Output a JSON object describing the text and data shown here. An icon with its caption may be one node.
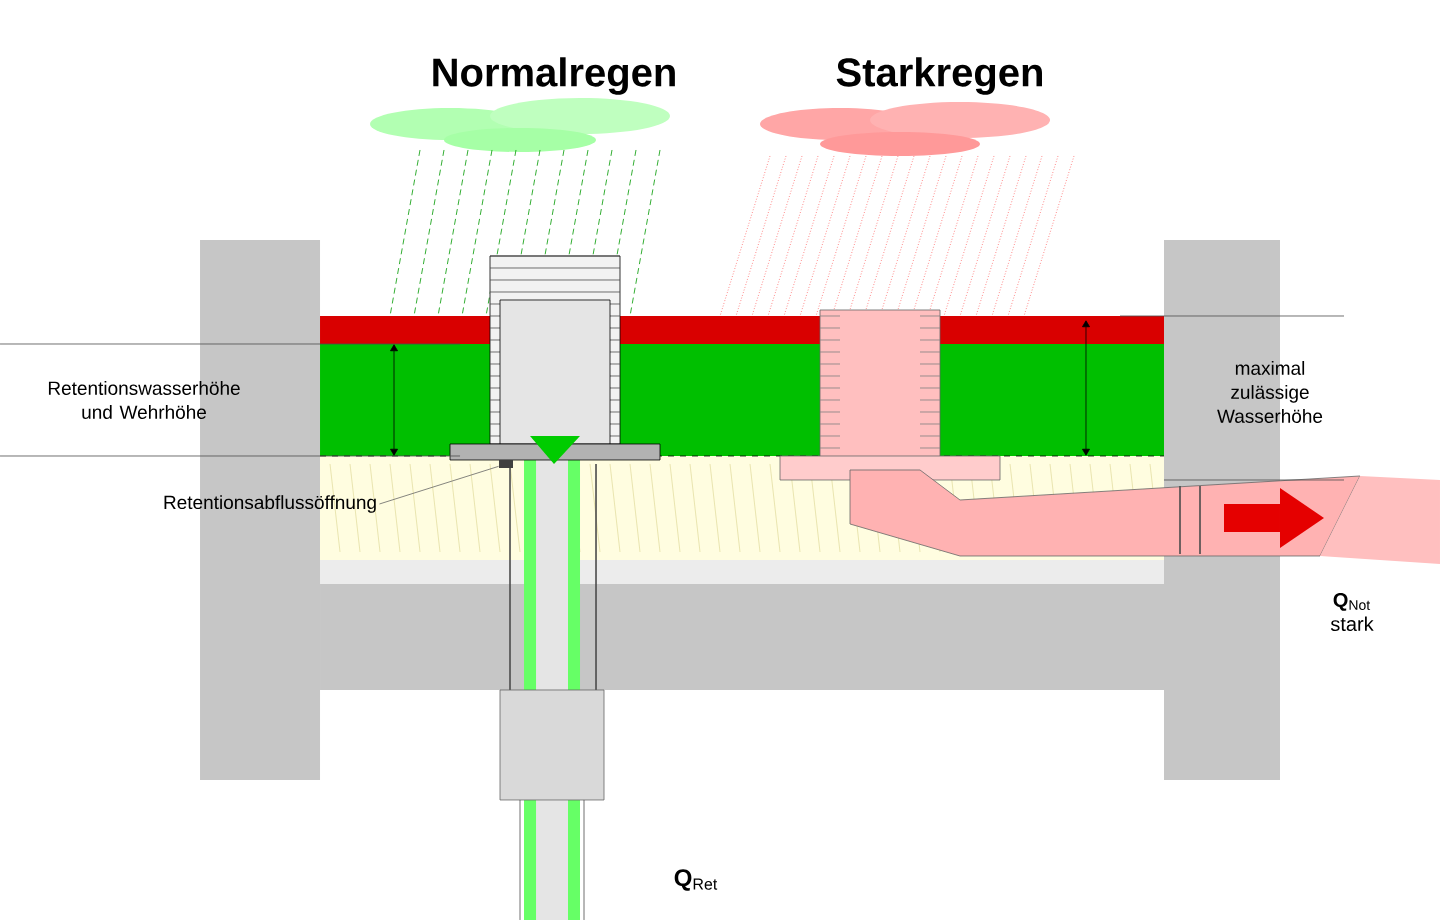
{
  "diagram": {
    "nodes": [
      {
        "text": [
          "Retentionsabflussöffnung"
        ]
      },
      {
        "text": [],
        "shape": "box"
      }
    ],
    "edges": [
      {
        "from": 0,
        "to": 1,
        "arrow": "none"
      }
    ],
    "labels": [
      "Normalregen",
      "Starkregen",
      "Retentionswasserhöhe und Wehrhöhe",
      "maximal zulässige Wasserhöhe",
      "**Q**$_{Not}$ stark",
      "**Q**$_{Ret}$"
    ]
  }
}
